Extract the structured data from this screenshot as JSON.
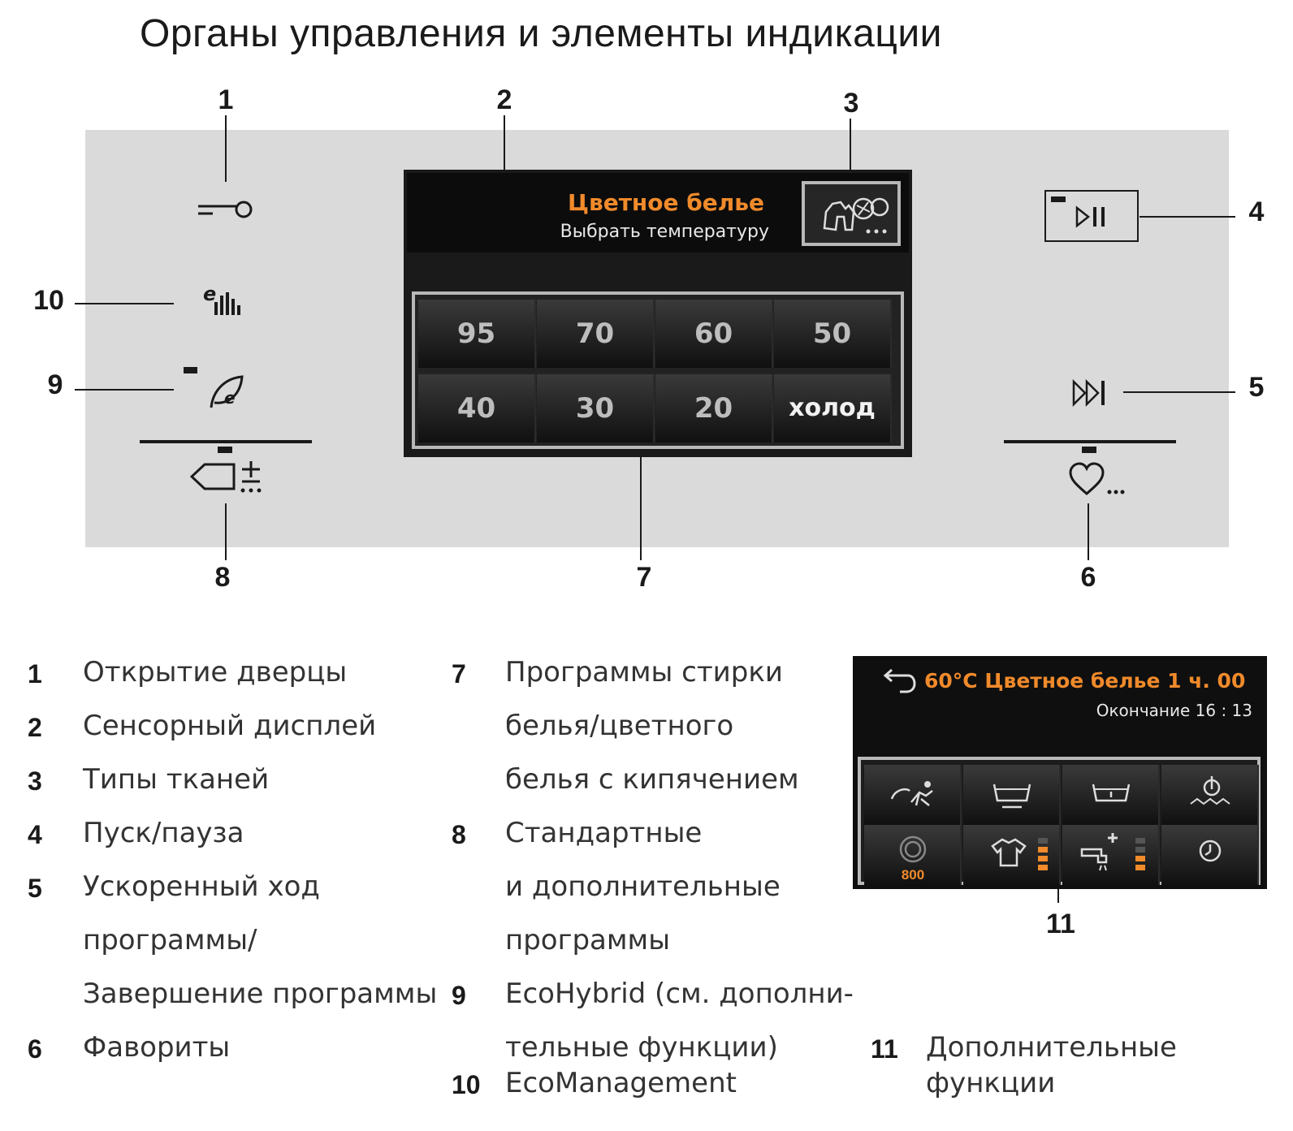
{
  "title": "Органы управления и элементы индикации",
  "callouts": [
    "1",
    "2",
    "3",
    "4",
    "5",
    "6",
    "7",
    "8",
    "9",
    "10",
    "11"
  ],
  "display": {
    "program_title": "Цветное белье",
    "subtitle": "Выбрать температуру",
    "temperatures": [
      "95",
      "70",
      "60",
      "50",
      "40",
      "30",
      "20",
      "холод"
    ]
  },
  "legend": [
    {
      "num": "1",
      "lines": [
        "Открытие дверцы"
      ]
    },
    {
      "num": "2",
      "lines": [
        "Сенсорный дисплей"
      ]
    },
    {
      "num": "3",
      "lines": [
        "Типы тканей"
      ]
    },
    {
      "num": "4",
      "lines": [
        "Пуск/пауза"
      ]
    },
    {
      "num": "5",
      "lines": [
        "Ускоренный ход",
        "программы/",
        "Завершение программы"
      ]
    },
    {
      "num": "6",
      "lines": [
        "Фавориты"
      ]
    },
    {
      "num": "7",
      "lines": [
        "Программы стирки",
        "белья/цветного",
        "белья с кипячением"
      ]
    },
    {
      "num": "8",
      "lines": [
        "Стандартные",
        "и дополнительные",
        "программы"
      ]
    },
    {
      "num": "9",
      "lines": [
        "EcoHybrid (см. дополни-",
        "тельные функции)"
      ]
    },
    {
      "num": "10",
      "lines": [
        "EcoManagement"
      ]
    },
    {
      "num": "11",
      "lines": [
        "Дополнительные",
        "функции"
      ]
    }
  ],
  "screen2": {
    "title": "60°C Цветное белье  1 ч. 00",
    "subtitle": "Окончание 16 : 13",
    "spin_value": "800"
  },
  "icons": [
    "door-key-icon",
    "eco-management-icon",
    "eco-hybrid-icon",
    "program-tag-icon",
    "start-pause-icon",
    "fast-forward-icon",
    "favorite-heart-icon",
    "fabric-types-icon",
    "back-arrow-icon",
    "speed-icon",
    "prewash-icon",
    "soak-icon",
    "rinse-hold-icon",
    "spin-icon",
    "stain-shirt-icon",
    "water-plus-icon",
    "timer-icon"
  ],
  "colors": {
    "accent": "#f08a2b",
    "panel": "#dadada",
    "display_bg": "#0c0c0c"
  }
}
